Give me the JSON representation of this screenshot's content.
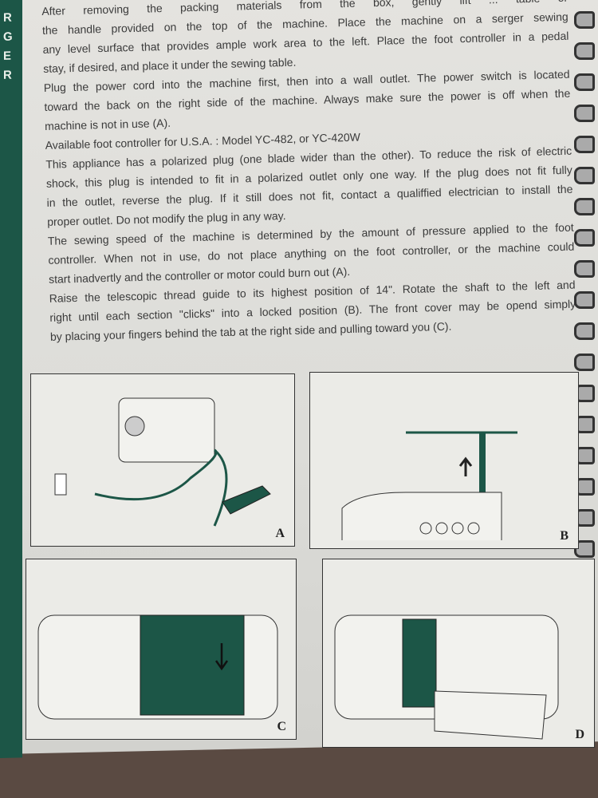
{
  "sidebar_letters": [
    "R",
    "G",
    "E",
    "R"
  ],
  "paragraphs": [
    "After removing the packing materials from the box, gently lift ... table or",
    "the handle provided on the top of the machine. Place the machine on a serger sewing",
    "any level surface that provides ample work area to the left. Place the foot controller in a pedal",
    "stay, if desired, and place it under the sewing table.",
    "Plug the power cord into the machine first, then into a wall outlet. The power switch is located",
    "toward the back on the right side of the machine. Always make sure the power is off when the",
    "machine is not in use (A).",
    "Available foot controller for U.S.A. : Model YC-482, or YC-420W",
    "This appliance has a polarized plug (one blade wider than the other). To reduce the risk of electric",
    "shock, this plug is intended to fit in a polarized outlet only one way. If the plug does not fit fully",
    "in the outlet, reverse the plug. If it still does not fit, contact a qualiffied electrician to install the",
    "proper outlet. Do not modify the plug in any way.",
    "The sewing speed of the machine is determined by the amount of pressure applied to the foot",
    "controller. When not in use, do not place anything on the foot controller, or the machine could",
    "start inadvertly and the controller or motor could burn out (A).",
    "Raise the telescopic thread guide to its highest position of 14\". Rotate the shaft to the left and",
    "right until each section \"clicks\" into a locked position (B). The front cover may be opend simply",
    "by placing your fingers behind the tab at the right side and pulling toward you (C)."
  ],
  "figures": [
    {
      "label": "A"
    },
    {
      "label": "B"
    },
    {
      "label": "C"
    },
    {
      "label": "D"
    }
  ],
  "colors": {
    "accent": "#1c5647",
    "page": "#e4e3df",
    "text": "#3a3a3a"
  }
}
